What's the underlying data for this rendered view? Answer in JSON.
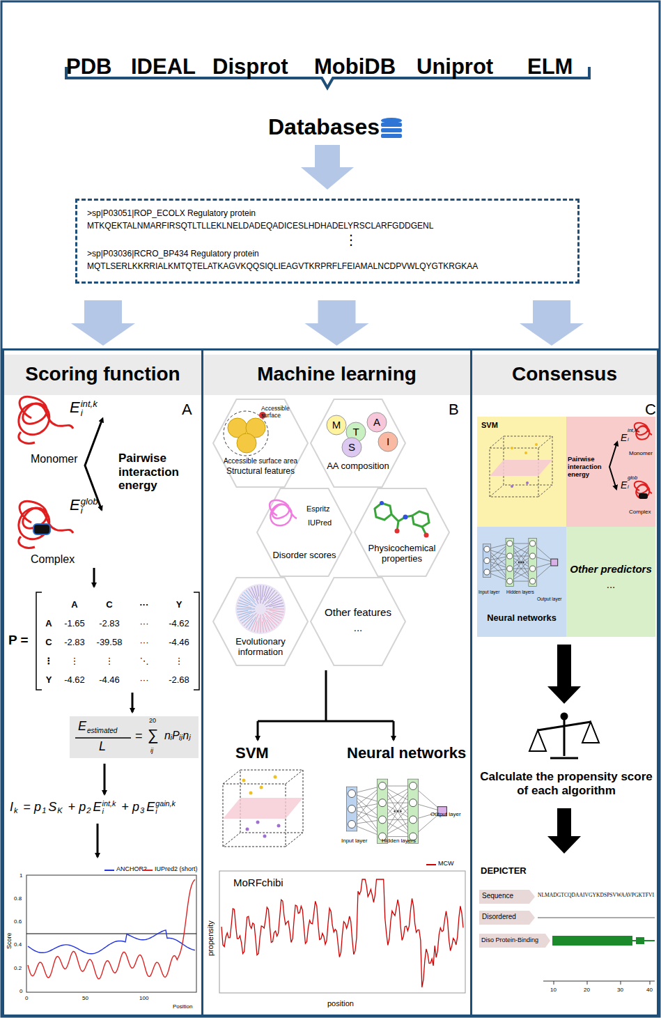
{
  "diagram": {
    "nodes": [
      {
        "text": [
          ">sp|P03051|ROP_ECOLX Regulatory protein",
          "MTKQEKTALNMARFIRSQTLTLLEKLNELDADEQADICESLHDHADELYRSCLARFGDDGENL",
          ">sp|P03036|RCRO_BP434 Regulatory protein",
          "MQTLSERLKKRRIALKMTQTELATKAGVKQQSIQLIEAGVTKRPRFLFEIAMALNCDPVWLQYGTKRGKAA"
        ]
      },
      {
        "text": [
          "Scoring function",
          "A"
        ]
      },
      {
        "text": [
          "E",
          "estimated",
          "L",
          "=",
          "∑",
          "20",
          "ij",
          "nᵢPᵢⱼnⱼ"
        ],
        "in": 1
      },
      {
        "text": [
          "Machine learning",
          "B"
        ]
      },
      {
        "text": [
          "Accessible surface",
          "Accessible surface area",
          "Structural features"
        ],
        "in": 3
      },
      {
        "text": [
          "M",
          "T",
          "A",
          "S",
          "I",
          "AA composition"
        ],
        "in": 3
      },
      {
        "text": [
          "Espritz",
          "IUPred",
          "Disorder scores"
        ],
        "in": 3
      },
      {
        "text": [
          "Physicochemical properties"
        ],
        "in": 3
      },
      {
        "text": [
          "Evolutionary information"
        ],
        "in": 3
      },
      {
        "text": [
          "Other features",
          "..."
        ],
        "in": 3
      },
      {
        "text": [
          "Consensus",
          "C"
        ]
      },
      {
        "text": [
          "SVM"
        ],
        "in": 10
      },
      {
        "text": [
          "Pairwise interaction energy",
          "E",
          "int,k",
          "i",
          "Monomer",
          "E",
          "glob",
          "i",
          "Complex"
        ],
        "in": 10
      },
      {
        "text": [
          "Neural networks",
          "Input layer",
          "Hidden layers",
          "Output layer"
        ],
        "in": 10
      },
      {
        "text": [
          "Other predictors",
          "..."
        ],
        "in": 10
      }
    ],
    "edges": [
      {
        "from": 0,
        "to": 1,
        "arrow": "to"
      },
      {
        "from": 0,
        "to": 3,
        "arrow": "to"
      },
      {
        "from": 0,
        "to": 10,
        "arrow": "to"
      }
    ],
    "labels": [
      "PDB",
      "IDEAL",
      "Disprot",
      "MobiDB",
      "Uniprot",
      "ELM",
      "Databases",
      "⋮",
      "E",
      "int,k",
      "i",
      "Monomer",
      "Pairwise interaction energy",
      "E",
      "glob",
      "i",
      "Complex",
      "P =",
      "A",
      "C",
      "···",
      "Y",
      "A",
      "-1.65",
      "-2.83",
      "···",
      "-4.62",
      "C",
      "-2.83",
      "-39.58",
      "···",
      "-4.46",
      "⋮",
      "⋮",
      "⋮",
      "⋱",
      "⋮",
      "Y",
      "-4.62",
      "-4.46",
      "···",
      "-2.68",
      "I",
      "k",
      "=",
      "p",
      "1",
      "S",
      "K",
      "+",
      "p",
      "2",
      "E",
      "int,k",
      "i",
      "+",
      "p",
      "3",
      "E",
      "gain,k",
      "i",
      "Score",
      "Position",
      "0",
      "50",
      "100",
      "0",
      "0.2",
      "0.4",
      "0.6",
      "0.8",
      "1",
      "SVM",
      "Neural networks",
      "Input layer",
      "Hidden layers",
      "Output layer",
      "MoRFchibi",
      "propensity",
      "position",
      "Calculate the propensity score of each algorithm",
      "DEPICTER",
      "Sequence",
      "NLMADGTCQDAAIVGYKDSPSVWAAVPGKTFVI",
      "Disordered",
      "Diso Protein-Binding",
      "10",
      "20",
      "30",
      "40"
    ],
    "legend": [
      {
        "text": "ANCHOR2"
      },
      {
        "text": "IUPred2 (short)"
      },
      {
        "text": "MCW"
      }
    ]
  }
}
